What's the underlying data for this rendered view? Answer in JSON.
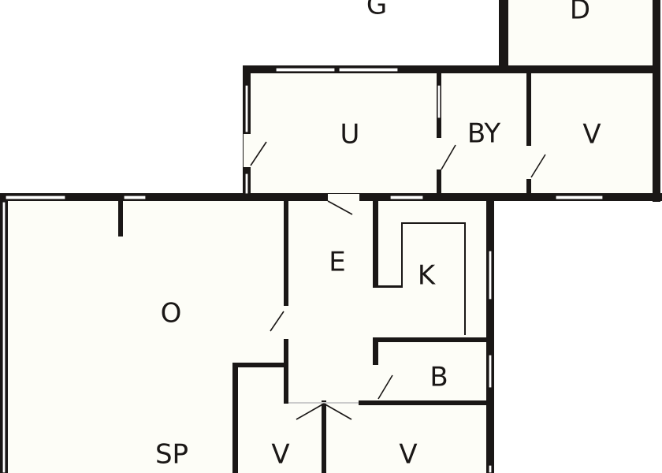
{
  "floor_plan": {
    "rooms": [
      {
        "id": "garage",
        "label": "G"
      },
      {
        "id": "d",
        "label": "D"
      },
      {
        "id": "u",
        "label": "U"
      },
      {
        "id": "by",
        "label": "BY"
      },
      {
        "id": "v-top",
        "label": "V"
      },
      {
        "id": "e",
        "label": "E"
      },
      {
        "id": "k",
        "label": "K"
      },
      {
        "id": "o",
        "label": "O"
      },
      {
        "id": "b",
        "label": "B"
      },
      {
        "id": "sp",
        "label": "SP"
      },
      {
        "id": "v-bottom-left",
        "label": "V"
      },
      {
        "id": "v-bottom-right",
        "label": "V"
      }
    ],
    "colors": {
      "wall": "#1a1716",
      "room_fill": "#fdfdf7"
    }
  }
}
